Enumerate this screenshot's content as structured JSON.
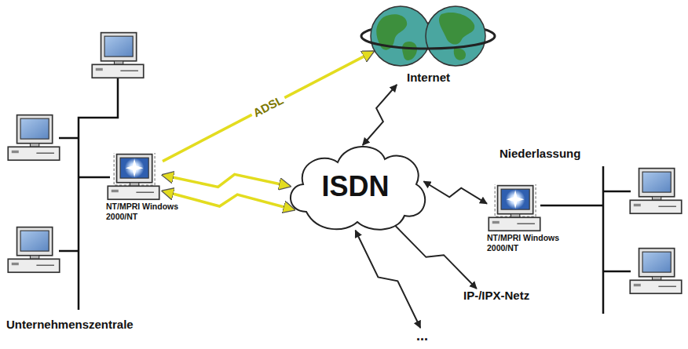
{
  "diagram": {
    "nodes": [
      {
        "text": [
          "Internet"
        ]
      },
      {
        "text": [
          "ISDN"
        ]
      },
      {
        "text": [
          "NT/MPRI Windows 2000/NT"
        ]
      },
      {
        "text": [
          "NT/MPRI Windows 2000/NT"
        ]
      },
      {
        "text": [
          "IP-/IPX-Netz"
        ]
      },
      {
        "text": [
          "..."
        ]
      }
    ],
    "edges": [
      {
        "from": 2,
        "to": 0,
        "label": "ADSL",
        "arrow": "to"
      },
      {
        "from": 2,
        "to": 1,
        "arrow": "both"
      },
      {
        "from": 2,
        "to": 1,
        "arrow": "both"
      },
      {
        "from": 1,
        "to": 0,
        "arrow": "both"
      },
      {
        "from": 1,
        "to": 3,
        "arrow": "both"
      },
      {
        "from": 1,
        "to": 4,
        "arrow": "to"
      },
      {
        "from": 1,
        "to": 5,
        "arrow": "both"
      }
    ],
    "labels": [
      "Niederlassung",
      "Unternehmenszentrale"
    ]
  }
}
